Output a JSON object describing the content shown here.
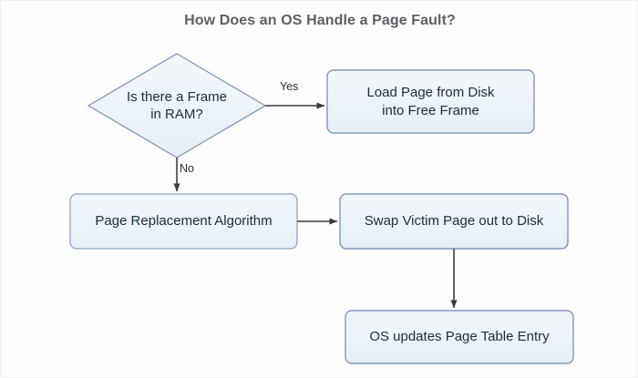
{
  "title": "How Does an OS Handle a Page Fault?",
  "theme": {
    "node_fill": "#eef3f9",
    "node_stroke": "#8ba5c4",
    "text_color": "#1e2d3d",
    "title_color": "#5c5f63",
    "connector_color": "#3c3c3c",
    "background": "#fefeff"
  },
  "nodes": [
    {
      "id": "decision",
      "shape": "diamond",
      "text": "Is there a Frame\nin RAM?",
      "line1": "Is there a Frame",
      "line2": "in RAM?"
    },
    {
      "id": "load-page",
      "shape": "rounded-rect",
      "text": "Load Page from Disk\ninto Free Frame",
      "line1": "Load Page from Disk",
      "line2": "into Free Frame"
    },
    {
      "id": "page-replacement",
      "shape": "rounded-rect",
      "text": "Page Replacement Algorithm",
      "line1": "Page Replacement Algorithm",
      "line2": ""
    },
    {
      "id": "swap-victim",
      "shape": "rounded-rect",
      "text": "Swap Victim Page out to Disk",
      "line1": "Swap Victim Page out to Disk",
      "line2": ""
    },
    {
      "id": "os-updates",
      "shape": "rounded-rect",
      "text": "OS updates Page Table Entry",
      "line1": "OS updates Page Table Entry",
      "line2": ""
    }
  ],
  "edges": [
    {
      "id": "decision-to-load-page",
      "from": "decision",
      "to": "load-page",
      "label": "Yes",
      "direction": "right"
    },
    {
      "id": "decision-to-page-repl",
      "from": "decision",
      "to": "page-replacement",
      "label": "No",
      "direction": "down"
    },
    {
      "id": "page-repl-to-swap",
      "from": "page-replacement",
      "to": "swap-victim",
      "label": "",
      "direction": "right"
    },
    {
      "id": "swap-to-os-updates",
      "from": "swap-victim",
      "to": "os-updates",
      "label": "",
      "direction": "down"
    }
  ],
  "labels": {
    "yes": "Yes",
    "no": "No"
  }
}
